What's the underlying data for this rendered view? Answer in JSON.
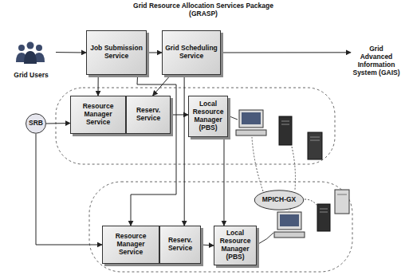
{
  "diagram": {
    "title": "Grid Resource Allocation Services Package (GRASP)",
    "nodes": [
      {
        "text": [
          "Grid Users"
        ]
      },
      {
        "text": [
          "Job Submission Service"
        ]
      },
      {
        "text": [
          "Grid Scheduling Service"
        ]
      },
      {
        "text": [
          "Grid Advanced Information System (GAIS)"
        ]
      },
      {
        "text": [
          "SRB"
        ]
      },
      {
        "text": [
          "Resource Manager Service"
        ]
      },
      {
        "text": [
          "Reserv. Service"
        ]
      },
      {
        "text": [
          "Local Resource Manager (PBS)"
        ]
      },
      {
        "text": [
          "MPICH-GX"
        ]
      },
      {
        "text": [
          "Resource Manager Service"
        ]
      },
      {
        "text": [
          "Reserv. Service"
        ]
      },
      {
        "text": [
          "Local Resource Manager (PBS)"
        ]
      }
    ],
    "edges": [
      {
        "from": 0,
        "to": 1,
        "arrow": "to"
      },
      {
        "from": 1,
        "to": 2,
        "arrow": "to"
      },
      {
        "from": 2,
        "to": 3,
        "arrow": "to"
      },
      {
        "from": 1,
        "to": 5,
        "arrow": "to"
      },
      {
        "from": 2,
        "to": 6,
        "arrow": "to"
      },
      {
        "from": 6,
        "to": 7,
        "arrow": "to"
      },
      {
        "from": 4,
        "to": 5,
        "arrow": "to"
      },
      {
        "from": 1,
        "to": 9,
        "arrow": "to"
      },
      {
        "from": 2,
        "to": 10,
        "arrow": "to"
      },
      {
        "from": 7,
        "to": 11,
        "arrow": "to"
      },
      {
        "from": 10,
        "to": 11,
        "arrow": "to"
      },
      {
        "from": 4,
        "to": 9,
        "arrow": "to"
      }
    ]
  }
}
